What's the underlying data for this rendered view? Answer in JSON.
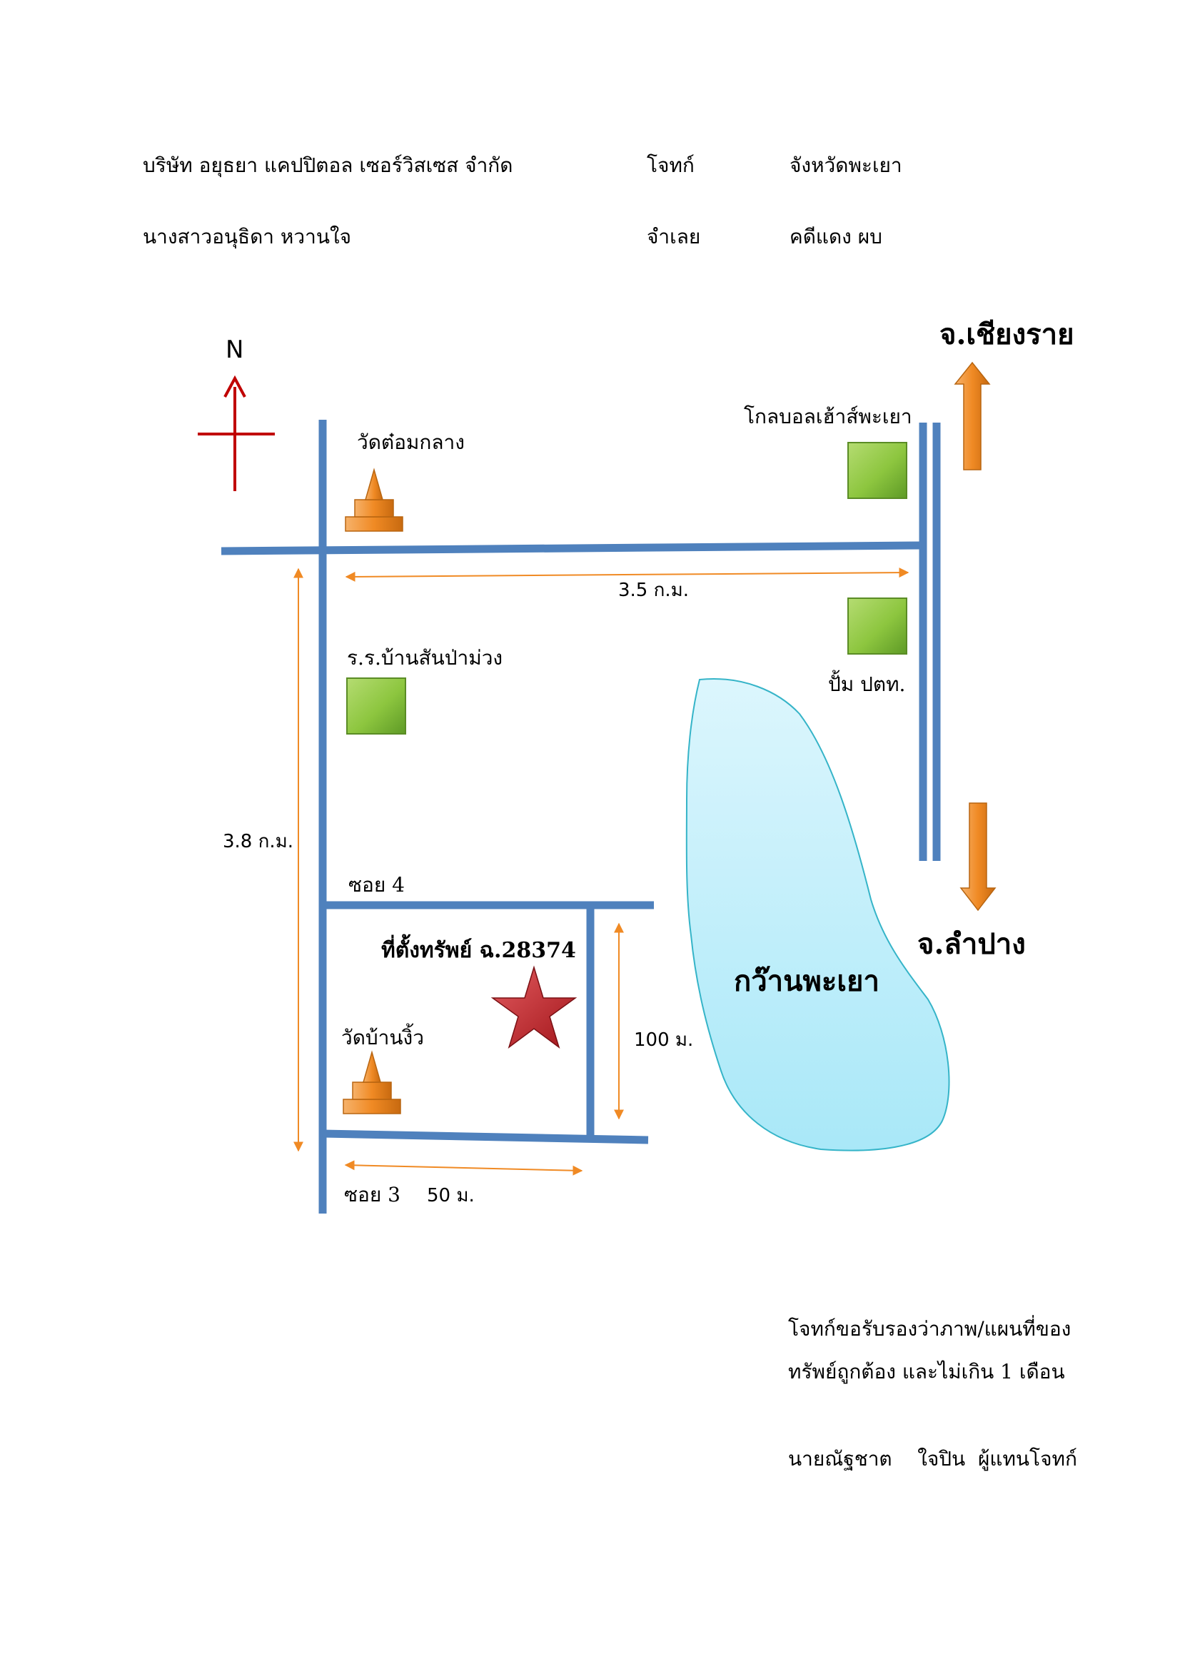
{
  "header": {
    "plaintiff_name": "บริษัท อยุธยา แคปปิตอล เซอร์วิสเซส จำกัด",
    "plaintiff_role": "โจทก์",
    "province": "จังหวัดพะเยา",
    "defendant_name": "นางสาวอนุธิดา  หวานใจ",
    "defendant_role": "จำเลย",
    "case_no": "คดีแดง ผบ"
  },
  "map": {
    "north_label": "N",
    "directions": {
      "north_city": "จ.เชียงราย",
      "south_city": "จ.ลำปาง"
    },
    "landmarks": {
      "temple_top": "วัดต๋อมกลาง",
      "global_house": "โกลบอลเฮ้าส์พะเยา",
      "school": "ร.ร.บ้านสันป่าม่วง",
      "gas_station": "ปั้ม ปตท.",
      "lake": "กว๊านพะเยา",
      "temple_bottom": "วัดบ้านงิ้ว",
      "property": "ที่ตั้งทรัพย์ ฉ.28374"
    },
    "roads": {
      "soi4": "ซอย 4",
      "soi3": "ซอย 3"
    },
    "distances": {
      "top_horizontal": "3.5 ก.ม.",
      "left_vertical": "3.8 ก.ม.",
      "property_vertical": "100 ม.",
      "property_horizontal": "50 ม."
    },
    "colors": {
      "road": "#4f81bd",
      "arrow_orange": "#f08a24",
      "north_arrow": "#c00000",
      "building": "#8dc63f",
      "lake": "#bfeefa",
      "star": "#c0282d"
    }
  },
  "footer": {
    "certify_line1": "โจทก์ขอรับรองว่าภาพ/แผนที่ของ",
    "certify_line2": "ทรัพย์ถูกต้อง และไม่เกิน 1 เดือน",
    "signer": "นายณัฐชาต    ใจปิน  ผู้แทนโจทก์"
  }
}
